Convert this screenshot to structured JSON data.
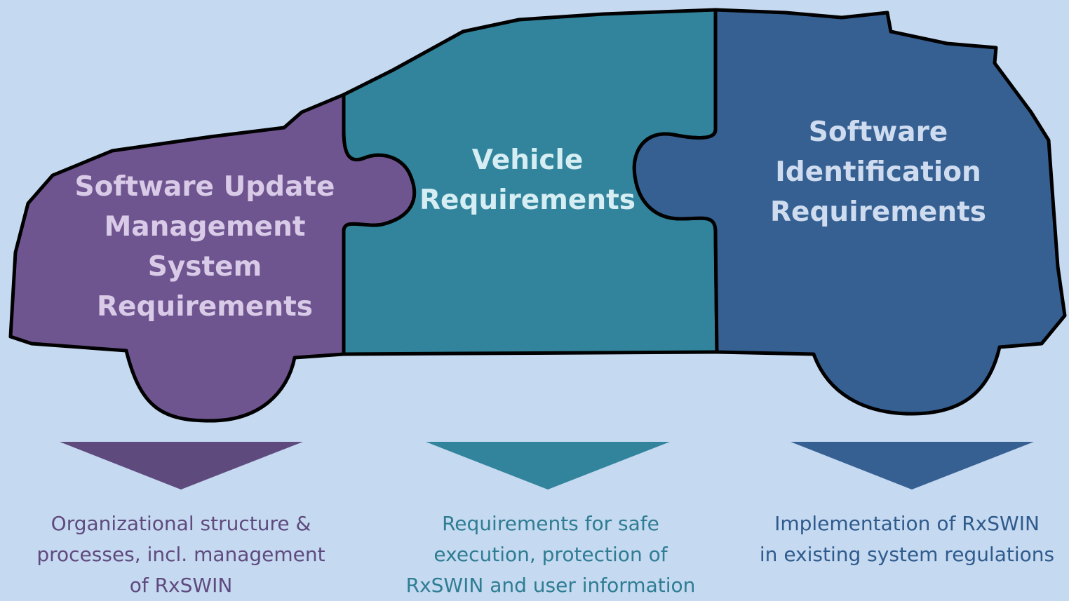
{
  "colors": {
    "background": "#c5d9f1",
    "purple": "#6f5590",
    "purple_dark": "#5f4a7e",
    "teal": "#31849b",
    "blue": "#366092",
    "outline": "#000000"
  },
  "pieces": [
    {
      "id": "software-update-management",
      "title_lines": [
        "Software Update",
        "Management",
        "System",
        "Requirements"
      ],
      "title_color": "#d9cbe8",
      "description_lines": [
        "Organizational structure &",
        "processes, incl. management",
        "of RxSWIN"
      ],
      "description_color": "#5f4a7e"
    },
    {
      "id": "vehicle",
      "title_lines": [
        "Vehicle",
        "Requirements"
      ],
      "title_color": "#d6eef3",
      "description_lines": [
        "Requirements for safe",
        "execution, protection of",
        "RxSWIN and user information"
      ],
      "description_color": "#2e7d93"
    },
    {
      "id": "software-identification",
      "title_lines": [
        "Software",
        "Identification",
        "Requirements"
      ],
      "title_color": "#cfdcef",
      "description_lines": [
        "Implementation of RxSWIN",
        "in existing system regulations"
      ],
      "description_color": "#2f5b8c"
    }
  ]
}
